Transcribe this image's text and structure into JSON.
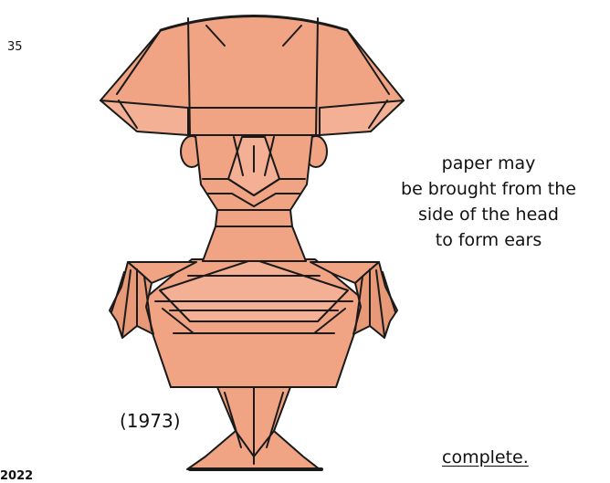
{
  "diagram": {
    "step_number": "35",
    "note_lines": [
      "paper may",
      "be brought from the",
      "side of the head",
      "to form ears"
    ],
    "year": "(1973)",
    "status": "complete.",
    "footer_code": "2022"
  },
  "colors": {
    "paper": "#f0a484",
    "paper_light": "#f4b095",
    "paper_dark": "#e4926f",
    "outline": "#1a1a1a"
  }
}
